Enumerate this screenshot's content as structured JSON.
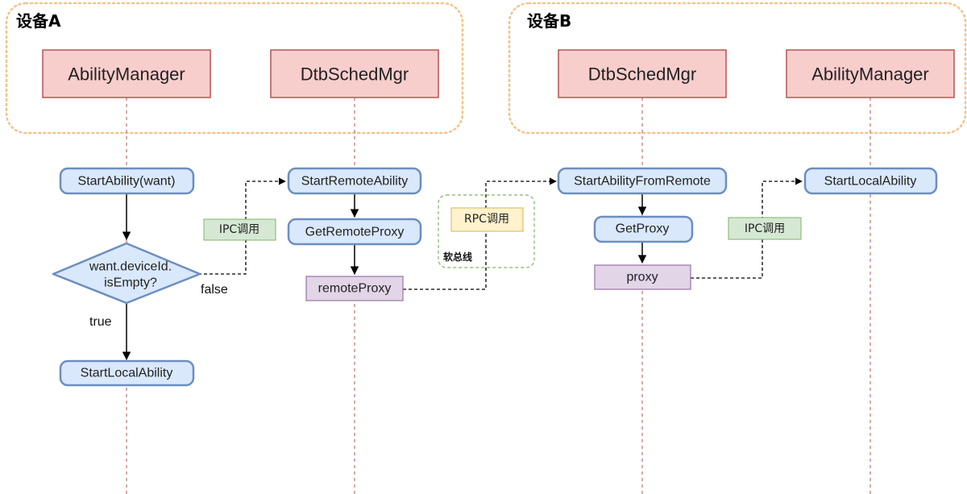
{
  "devices": {
    "a": "设备A",
    "b": "设备B"
  },
  "actors": {
    "a_ability_manager": "AbilityManager",
    "a_dtb_sched_mgr": "DtbSchedMgr",
    "b_dtb_sched_mgr": "DtbSchedMgr",
    "b_ability_manager": "AbilityManager"
  },
  "steps": {
    "start_ability": "StartAbility(want)",
    "decision_line1": "want.deviceId.",
    "decision_line2": "isEmpty?",
    "start_local_ability_a": "StartLocalAbility",
    "start_remote_ability": "StartRemoteAbility",
    "get_remote_proxy": "GetRemoteProxy",
    "remote_proxy": "remoteProxy",
    "start_ability_from_remote": "StartAbilityFromRemote",
    "get_proxy": "GetProxy",
    "proxy": "proxy",
    "start_local_ability_b": "StartLocalAbility"
  },
  "labels": {
    "ipc_call_a": "IPC调用",
    "rpc_call": "RPC调用",
    "soft_bus": "软总线",
    "ipc_call_b": "IPC调用",
    "false_branch": "false",
    "true_branch": "true"
  },
  "colors": {
    "device_border": "#f4c48a",
    "actor_fill": "#f8cecc",
    "actor_border": "#b85450",
    "lifeline": "#b85450",
    "step_fill": "#dae8fc",
    "step_border": "#6c8ebf",
    "proxy_fill": "#e1d5e7",
    "proxy_border": "#9673a6",
    "ipc_fill": "#d5e8d4",
    "ipc_border": "#82b366",
    "rpc_fill": "#fff2cc",
    "rpc_border": "#d6b656",
    "softbus_border": "#82b366"
  }
}
